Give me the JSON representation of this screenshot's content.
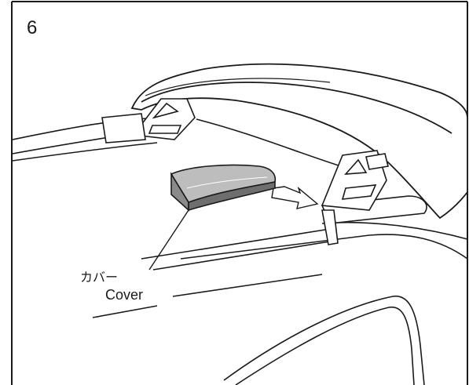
{
  "step": {
    "number": "6"
  },
  "callout": {
    "label_jp": "カバー",
    "label_en": "Cover"
  }
}
